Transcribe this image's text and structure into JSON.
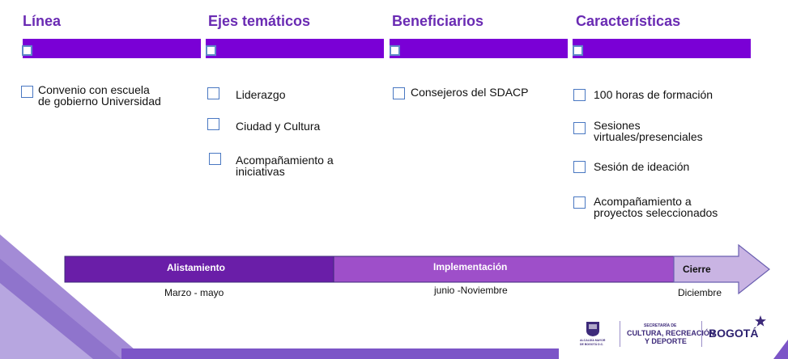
{
  "columns": [
    {
      "title": "Línea",
      "items": [
        "Convenio con escuela\nde gobierno Universidad"
      ]
    },
    {
      "title": "Ejes temáticos",
      "items": [
        "Liderazgo",
        "Ciudad y Cultura",
        "Acompañamiento a\niniciativas"
      ]
    },
    {
      "title": "Beneficiarios",
      "items": [
        "Consejeros del SDACP"
      ]
    },
    {
      "title": "Características",
      "items": [
        "100 horas de formación",
        "Sesiones\nvirtuales/presenciales",
        "Sesión de ideación",
        "Acompañamiento a\nproyectos seleccionados"
      ]
    }
  ],
  "timeline": {
    "phases": [
      {
        "label": "Alistamiento",
        "period": "Marzo - mayo"
      },
      {
        "label": "Implementación",
        "period": "junio -Noviembre"
      },
      {
        "label": "Cierre",
        "period": "Diciembre"
      }
    ]
  },
  "logos": {
    "alcaldia_line1": "ALCALDÍA MAYOR",
    "alcaldia_line2": "DE BOGOTÁ D.C.",
    "secretaria_line1": "SECRETARÍA DE",
    "secretaria_line2": "CULTURA, RECREACIÓN",
    "secretaria_line3": "Y DEPORTE",
    "bogota": "BOGOTÁ"
  },
  "colors": {
    "accent": "#7a00d6",
    "title": "#6a2bb3",
    "checkbox": "#4a78c2"
  }
}
